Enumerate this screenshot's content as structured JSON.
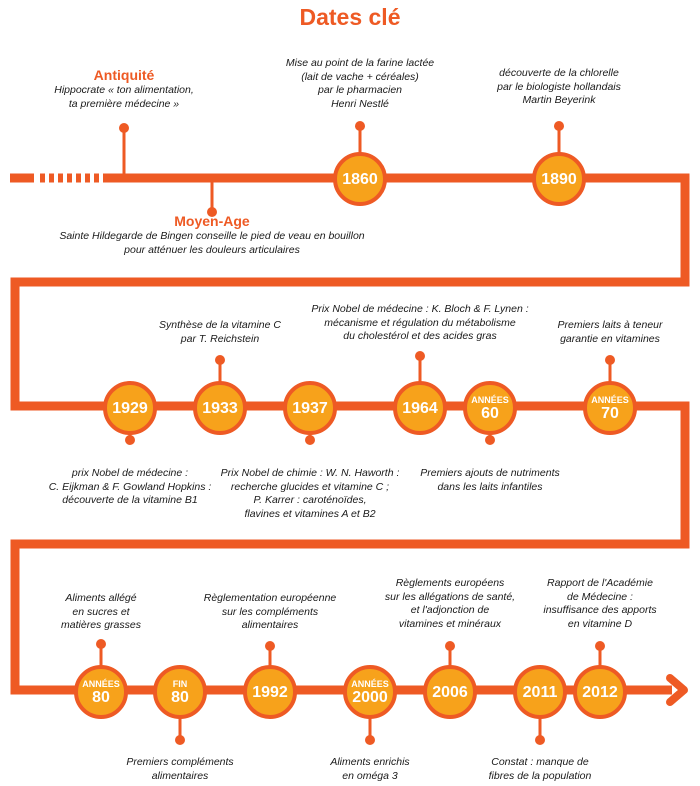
{
  "title": "Dates clé",
  "colors": {
    "orange": "#ee5a24",
    "amber": "#f7a21b"
  },
  "row1": {
    "antiquite": {
      "head": "Antiquité",
      "lines": [
        "Hippocrate « ton alimentation,",
        "ta première médecine »"
      ]
    },
    "moyen_age": {
      "head": "Moyen-Age",
      "lines": [
        "Sainte Hildegarde de Bingen conseille le pied de veau en bouillon",
        "pour atténuer les douleurs articulaires"
      ]
    },
    "n1860": {
      "label": "1860",
      "lines": [
        "Mise au point de la farine lactée",
        "(lait de vache + céréales)",
        "par le pharmacien",
        "Henri Nestlé"
      ]
    },
    "n1890": {
      "label": "1890",
      "lines": [
        "découverte de la chlorelle",
        "par le biologiste hollandais",
        "Martin Beyerink"
      ]
    }
  },
  "row2": {
    "n1929": {
      "label": "1929",
      "lines": [
        "prix Nobel de médecine :",
        "C. Eijkman & F. Gowland Hopkins :",
        "découverte de la vitamine B1"
      ]
    },
    "n1933": {
      "label": "1933",
      "lines": [
        "Synthèse de la vitamine C",
        "par T. Reichstein"
      ]
    },
    "n1937": {
      "label": "1937",
      "lines": [
        "Prix Nobel de chimie : W. N. Haworth :",
        "recherche glucides et vitamine C ;",
        "P. Karrer : caroténoïdes,",
        "flavines et vitamines A et B2"
      ]
    },
    "n1964": {
      "label": "1964",
      "lines": [
        "Prix Nobel de médecine : K. Bloch & F. Lynen :",
        "mécanisme et régulation du métabolisme",
        "du cholestérol et des acides gras"
      ]
    },
    "n60": {
      "top": "ANNÉES",
      "bottom": "60",
      "lines": [
        "Premiers ajouts de nutriments",
        "dans les laits infantiles"
      ]
    },
    "n70": {
      "top": "ANNÉES",
      "bottom": "70",
      "lines": [
        "Premiers laits à teneur",
        "garantie en vitamines"
      ]
    }
  },
  "row3": {
    "n80": {
      "top": "ANNÉES",
      "bottom": "80",
      "lines": [
        "Aliments allégé",
        "en sucres et",
        "matières grasses"
      ]
    },
    "fin80": {
      "top": "FIN",
      "bottom": "80",
      "lines": [
        "Premiers compléments",
        "alimentaires"
      ]
    },
    "n1992": {
      "label": "1992",
      "lines": [
        "Règlementation européenne",
        "sur les compléments",
        "alimentaires"
      ]
    },
    "n2000": {
      "top": "ANNÉES",
      "bottom": "2000",
      "lines": [
        "Aliments enrichis",
        "en oméga 3"
      ]
    },
    "n2006": {
      "label": "2006",
      "lines": [
        "Règlements européens",
        "sur les allégations de santé,",
        "et l'adjonction de",
        "vitamines et minéraux"
      ]
    },
    "n2011": {
      "label": "2011",
      "lines": [
        "Constat : manque de",
        "fibres de la population"
      ]
    },
    "n2012": {
      "label": "2012",
      "lines": [
        "Rapport de l'Académie",
        "de Médecine :",
        "insuffisance des apports",
        "en vitamine D"
      ]
    }
  }
}
